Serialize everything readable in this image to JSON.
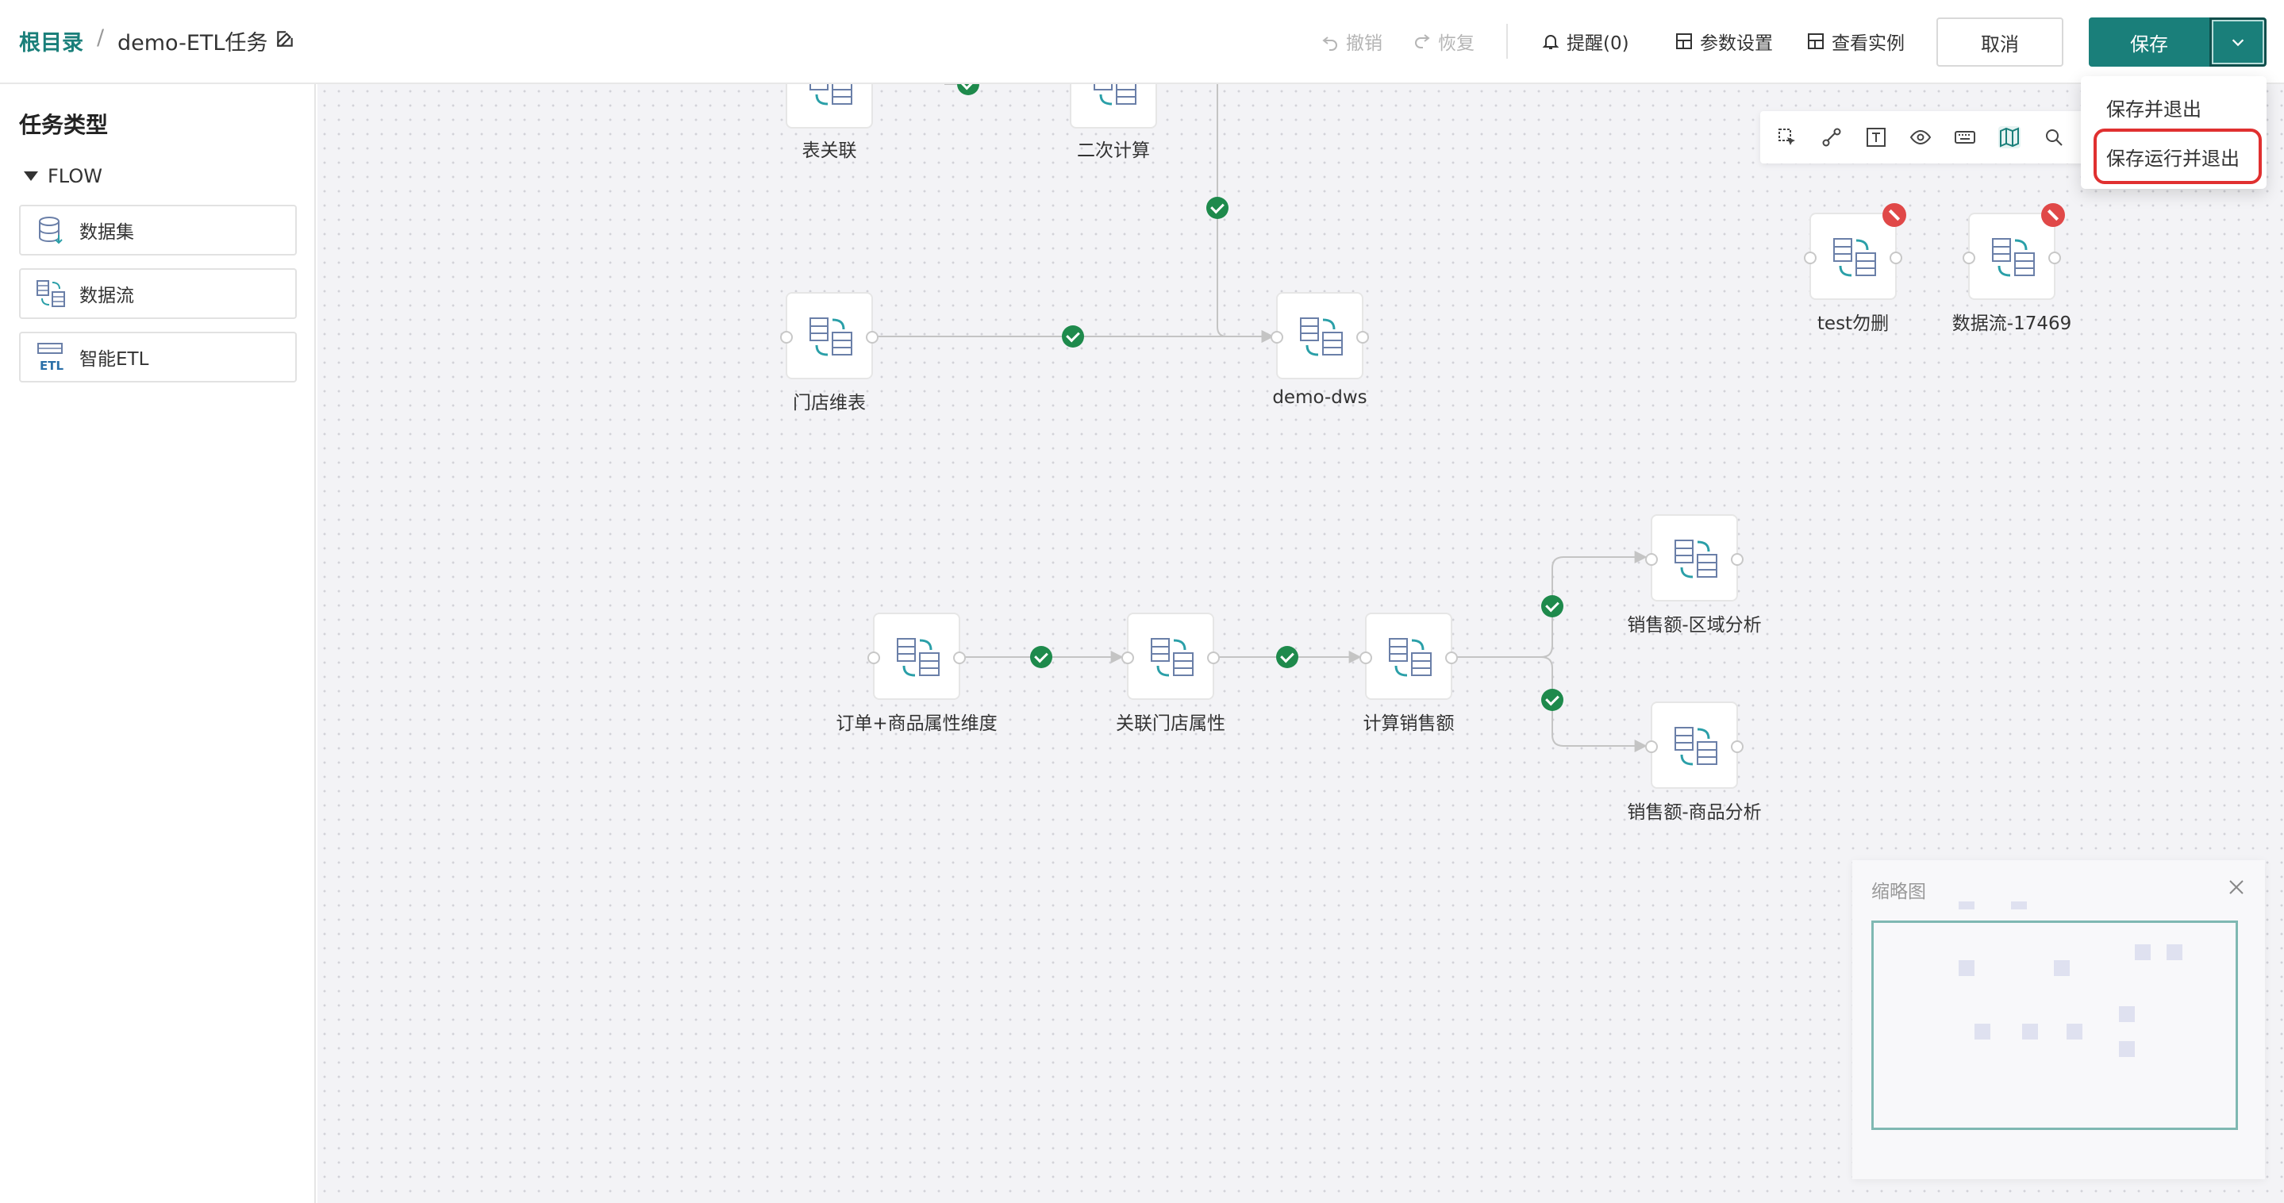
{
  "header": {
    "breadcrumb_root": "根目录",
    "breadcrumb_sep": "/",
    "task_name": "demo-ETL任务",
    "undo": "撤销",
    "redo": "恢复",
    "reminder": "提醒(0)",
    "params": "参数设置",
    "view_instance": "查看实例",
    "cancel": "取消",
    "save": "保存"
  },
  "dropdown": {
    "items": [
      "保存并退出",
      "保存运行并退出"
    ]
  },
  "sidebar": {
    "title": "任务类型",
    "group": "FLOW",
    "items": [
      "数据集",
      "数据流",
      "智能ETL"
    ]
  },
  "canvas": {
    "nodes": [
      {
        "label": "表关联"
      },
      {
        "label": "二次计算"
      },
      {
        "label": "门店维表"
      },
      {
        "label": "demo-dws"
      },
      {
        "label": "test勿删"
      },
      {
        "label": "数据流-17469"
      },
      {
        "label": "订单+商品属性维度"
      },
      {
        "label": "关联门店属性"
      },
      {
        "label": "计算销售额"
      },
      {
        "label": "销售额-区域分析"
      },
      {
        "label": "销售额-商品分析"
      }
    ],
    "toolbar_tools": [
      "select-icon",
      "connect-icon",
      "text-icon",
      "preview-icon",
      "keyboard-icon",
      "minimap-icon",
      "search-icon"
    ]
  },
  "minimap": {
    "title": "缩略图"
  },
  "colors": {
    "primary": "#1a7f7a",
    "success": "#1e8a4c",
    "error": "#e04848",
    "highlight": "#e03030"
  }
}
